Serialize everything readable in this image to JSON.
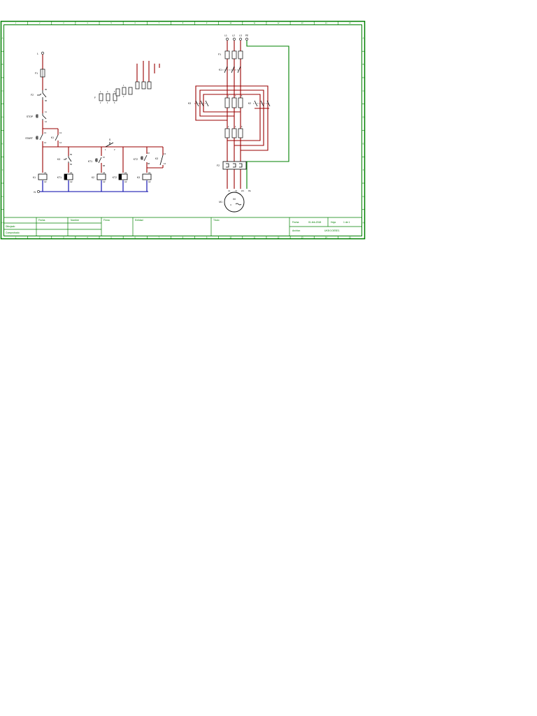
{
  "colors": {
    "frame": "#008000",
    "wire": "#990000",
    "neutral": "#0000aa",
    "component": "#000000",
    "earth": "#008000"
  },
  "frame": {
    "columns": [
      "1",
      "2",
      "3",
      "4",
      "5",
      "6",
      "7",
      "8",
      "9",
      "10",
      "11",
      "12",
      "13",
      "14",
      "15"
    ],
    "rows": [
      "A",
      "B",
      "C",
      "D",
      "E",
      "F",
      "G",
      "H"
    ]
  },
  "control": {
    "supply_top": "L",
    "supply_bottom": "N",
    "fuse": "F1",
    "overload_contact": "F2",
    "stop": "STOP",
    "start": "START",
    "hold_contact": "K1",
    "selector": "S",
    "selector_left": "1",
    "selector_right": "2",
    "k3_interlock": "K3",
    "timer1_contact": "KT1",
    "k2_interlock": "K2",
    "timer2_contact": "KT2",
    "k3_lock": "K3",
    "coils": [
      "K1",
      "KT1",
      "K2",
      "KT2",
      "K3"
    ],
    "pins": {
      "a1": "A1",
      "a2": "A2",
      "p13": "13",
      "p14": "14",
      "p95": "95",
      "p96": "96",
      "p11": "11",
      "p12": "12",
      "p21": "21",
      "p22": "22",
      "p55": "55",
      "p56": "56",
      "p67": "67",
      "p68": "68"
    },
    "aux_ref": "F",
    "terminals": [
      "1",
      "2",
      "3",
      "4",
      "5",
      "6",
      "1",
      "2"
    ]
  },
  "power": {
    "phases": [
      "L1",
      "L2",
      "L3"
    ],
    "earth": "PE",
    "fuses": "F1",
    "main_contactor": "K1",
    "delta_contactor": "K2",
    "star_contactor": "K3",
    "overload": "F2",
    "motor_ref": "M1",
    "motor_symbol": "M",
    "motor_phase": "3",
    "motor_terminals": [
      "U1",
      "V1",
      "W1",
      "PE"
    ],
    "contact_numbers": [
      "1",
      "3",
      "5",
      "2",
      "4",
      "6"
    ]
  },
  "title_block": {
    "fecha_header": "Fecha",
    "nombre_header": "Nombre",
    "firma_header": "Firma",
    "entidad_header": "Entidad",
    "titulo_header": "Título",
    "row_dibujado": "Dibujado",
    "row_comprobado": "Comprobado",
    "fecha_label": "Fecha",
    "fecha_value": "01-feb-2018",
    "hoja_label": "Hoja",
    "hoja_value": "1 de 1",
    "archivo_label": "Archivo",
    "archivo_value": "UK8 0.DESE1"
  }
}
